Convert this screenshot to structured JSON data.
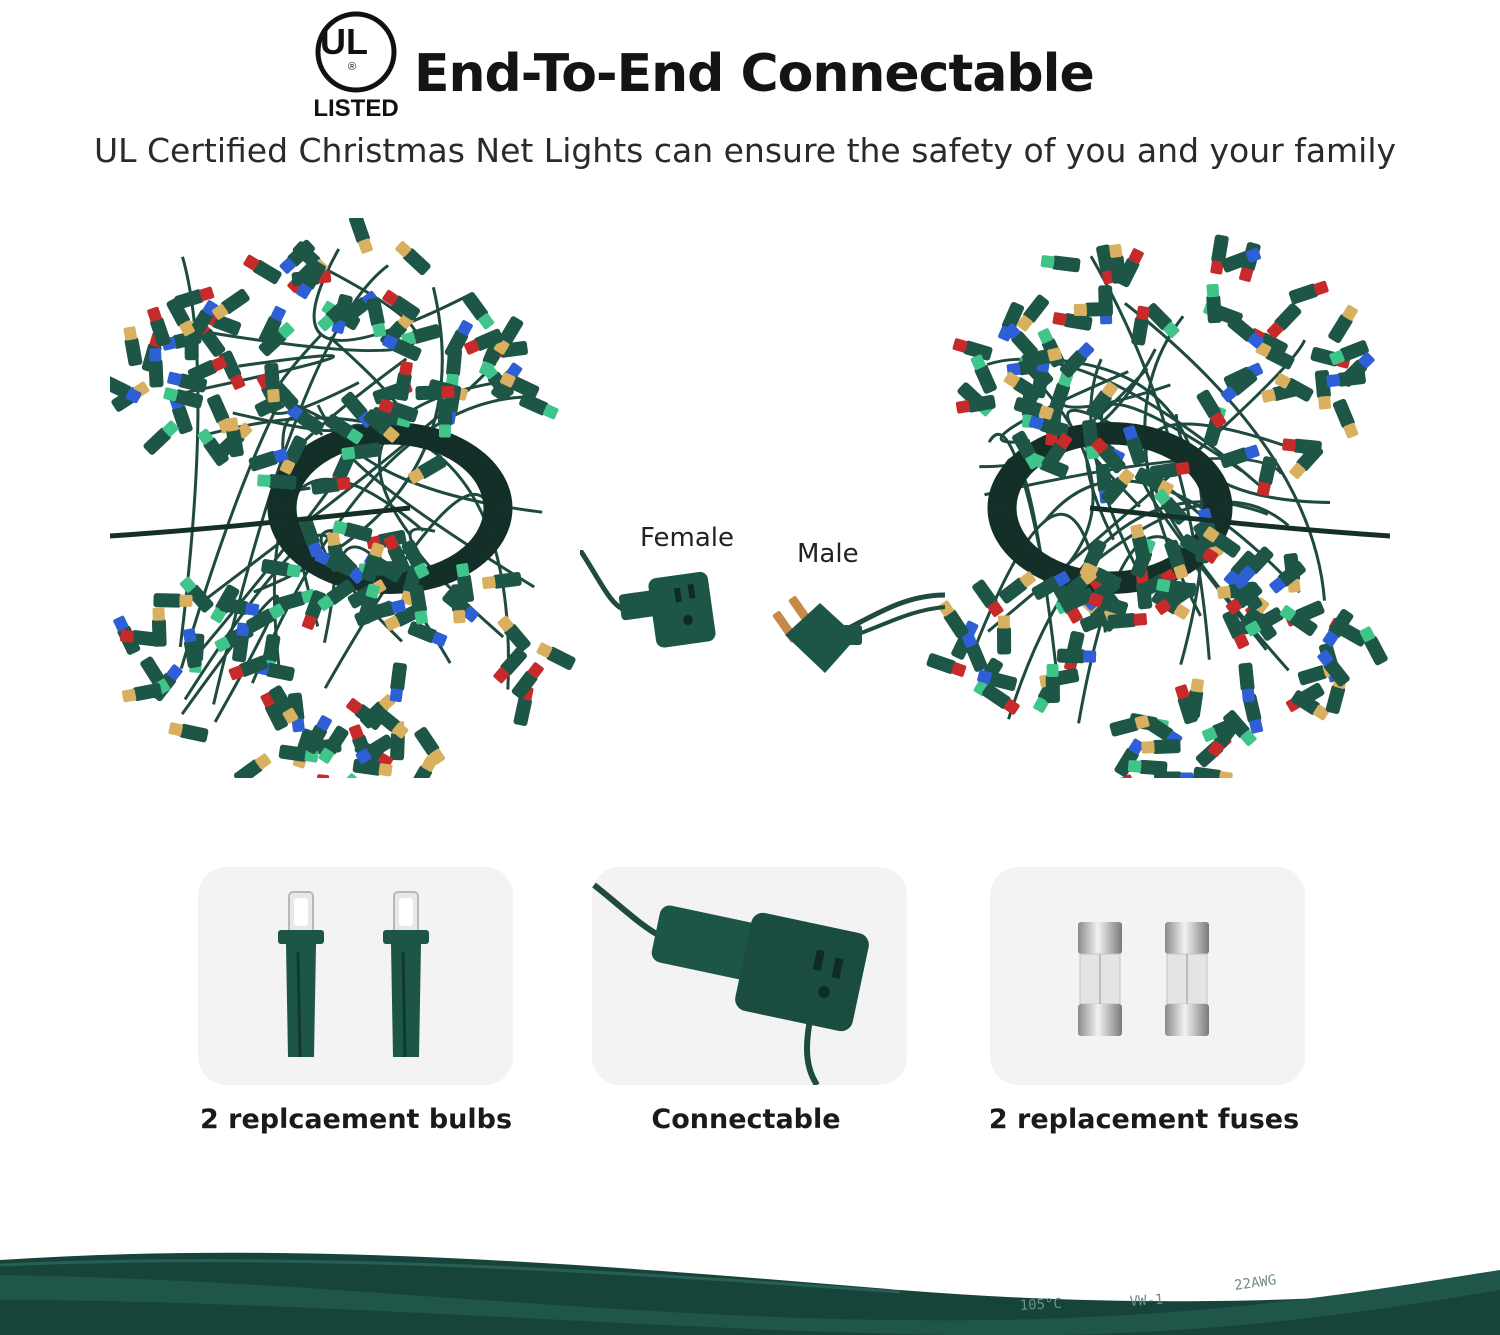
{
  "header": {
    "logo_text": "UL",
    "logo_mark": "®",
    "logo_listed": "LISTED",
    "title": "End-To-End Connectable",
    "subtitle": "UL Certified Christmas Net Lights can ensure the safety of you and your family"
  },
  "connectors": {
    "female_label": "Female",
    "male_label": "Male"
  },
  "accessories": [
    {
      "label": "2 replcaement bulbs",
      "icon": "bulb-icon"
    },
    {
      "label": "Connectable",
      "icon": "connector-icon"
    },
    {
      "label": "2 replacement fuses",
      "icon": "fuse-icon"
    }
  ],
  "cable_print": {
    "temp": "105°C",
    "rating": "VW-1",
    "gauge": "22AWG"
  },
  "colors": {
    "wire": "#1f4a3f",
    "housing": "#1d5546",
    "bulb_blue": "#2f5fd6",
    "bulb_red": "#c72a2a",
    "bulb_green": "#3fc48a",
    "bulb_amber": "#d8b060",
    "card_bg": "#f3f3f3"
  }
}
